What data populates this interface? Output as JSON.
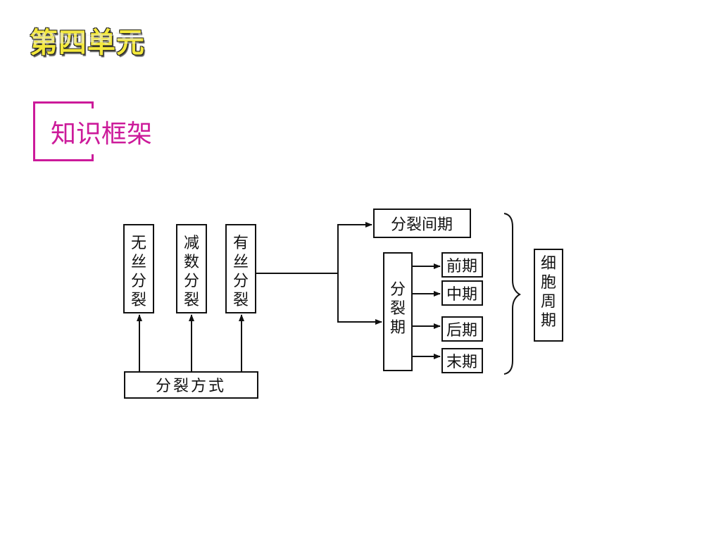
{
  "slide": {
    "unit_title": "第四单元",
    "section_title": "知识框架"
  },
  "diagram": {
    "division_types": [
      "无丝分裂",
      "减数分裂",
      "有丝分裂"
    ],
    "division_method": "分裂方式",
    "interphase": "分裂间期",
    "mitotic_phase": "分裂期",
    "phases": [
      "前期",
      "中期",
      "后期",
      "末期"
    ],
    "cell_cycle": "细胞周期"
  },
  "colors": {
    "unit_title": "#f3e83c",
    "accent": "#cc1a9a",
    "line": "#111111"
  }
}
